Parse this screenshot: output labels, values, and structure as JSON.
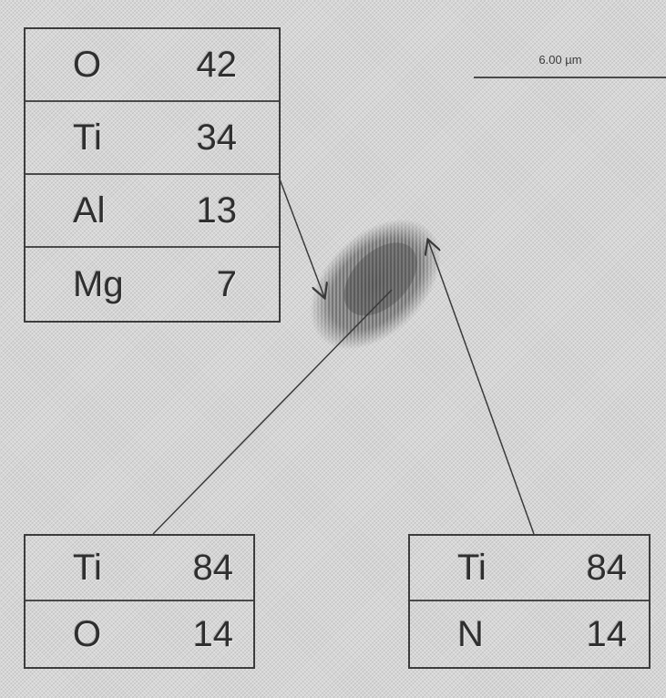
{
  "scale_bar": {
    "label": "6.00 µm"
  },
  "tables": {
    "top": {
      "rows": [
        {
          "element": "O",
          "value": "42"
        },
        {
          "element": "Ti",
          "value": "34"
        },
        {
          "element": "Al",
          "value": "13"
        },
        {
          "element": "Mg",
          "value": "7"
        }
      ]
    },
    "bottom_left": {
      "rows": [
        {
          "element": "Ti",
          "value": "84"
        },
        {
          "element": "O",
          "value": "14"
        }
      ]
    },
    "bottom_right": {
      "rows": [
        {
          "element": "Ti",
          "value": "84"
        },
        {
          "element": "N",
          "value": "14"
        }
      ]
    }
  }
}
